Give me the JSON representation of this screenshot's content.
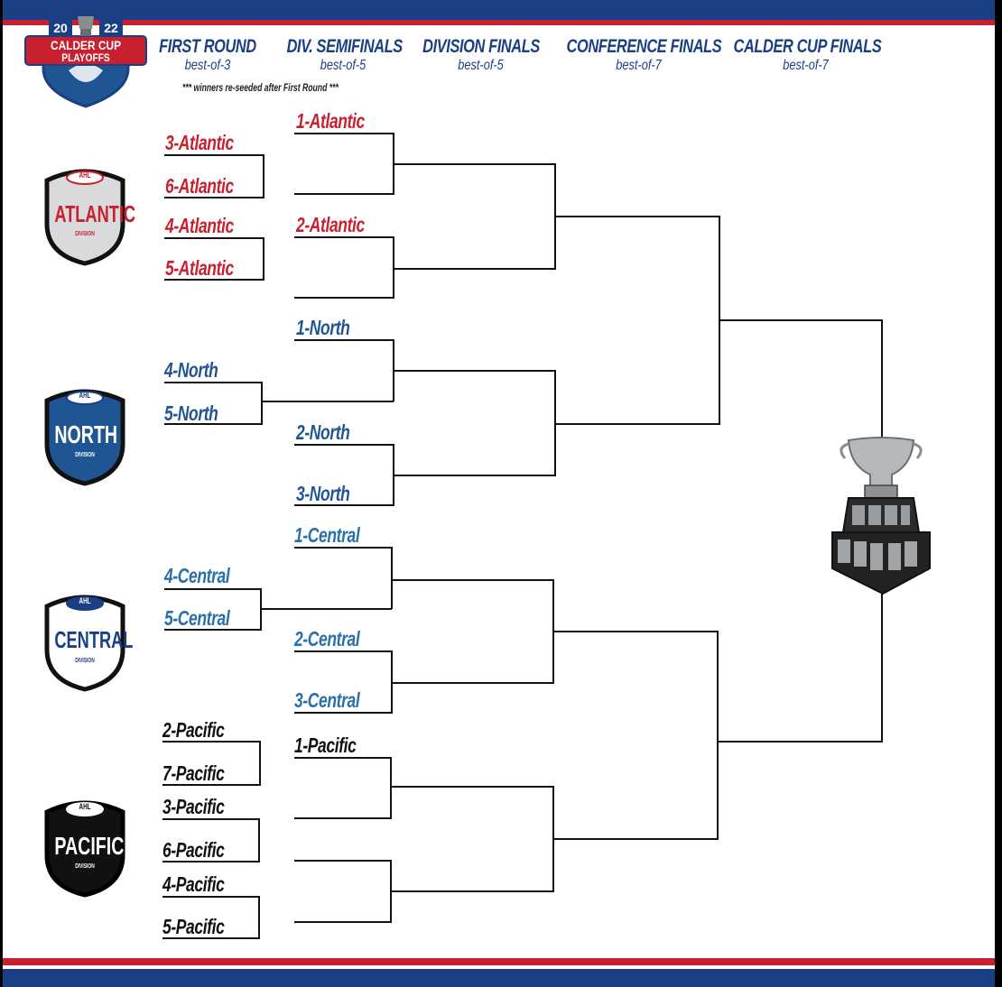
{
  "logo": {
    "year_left": "20",
    "year_right": "22",
    "line1": "CALDER CUP",
    "line2": "PLAYOFFS"
  },
  "rounds": [
    {
      "name": "FIRST ROUND",
      "format": "best-of-3"
    },
    {
      "name": "DIV. SEMIFINALS",
      "format": "best-of-5"
    },
    {
      "name": "DIVISION FINALS",
      "format": "best-of-5"
    },
    {
      "name": "CONFERENCE FINALS",
      "format": "best-of-7"
    },
    {
      "name": "CALDER CUP FINALS",
      "format": "best-of-7"
    }
  ],
  "note": "*** winners re-seeded after First Round ***",
  "divisions": {
    "atlantic": {
      "badge": "AHL",
      "name": "ATLANTIC",
      "sub": "DIVISION"
    },
    "north": {
      "badge": "AHL",
      "name": "NORTH",
      "sub": "DIVISION"
    },
    "central": {
      "badge": "AHL",
      "name": "CENTRAL",
      "sub": "DIVISION"
    },
    "pacific": {
      "badge": "AHL",
      "name": "PACIFIC",
      "sub": "DIVISION"
    }
  },
  "first_round": {
    "atlantic": [
      "3-Atlantic",
      "6-Atlantic",
      "4-Atlantic",
      "5-Atlantic"
    ],
    "north": [
      "4-North",
      "5-North"
    ],
    "central": [
      "4-Central",
      "5-Central"
    ],
    "pacific": [
      "2-Pacific",
      "7-Pacific",
      "3-Pacific",
      "6-Pacific",
      "4-Pacific",
      "5-Pacific"
    ]
  },
  "div_semis": {
    "atlantic": [
      "1-Atlantic",
      "2-Atlantic"
    ],
    "north": [
      "1-North",
      "2-North",
      "3-North"
    ],
    "central": [
      "1-Central",
      "2-Central",
      "3-Central"
    ],
    "pacific": [
      "1-Pacific"
    ]
  },
  "colors": {
    "navy": "#1b3f85",
    "red": "#c8202f",
    "atlantic": "#c8202f",
    "north": "#1f5593",
    "central": "#2a6fa8",
    "pacific": "#111111"
  },
  "trophy_icon": "calder-cup-trophy-icon"
}
